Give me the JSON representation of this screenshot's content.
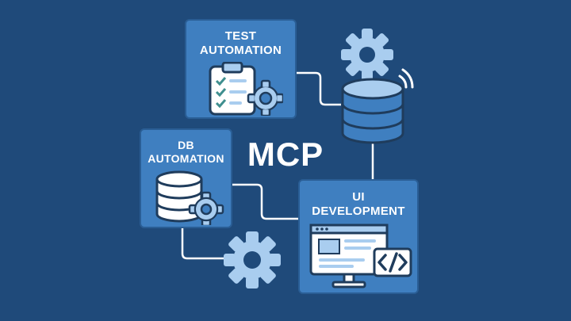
{
  "center_title": "MCP",
  "cards": {
    "test_automation": {
      "title_line1": "TEST",
      "title_line2": "AUTOMATION",
      "icon": "clipboard-checklist-gear-icon"
    },
    "db_automation": {
      "title_line1": "DB",
      "title_line2": "AUTOMATION",
      "icon": "database-gear-icon"
    },
    "ui_development": {
      "title_line1": "UI",
      "title_line2": "DEVELOPMENT",
      "icon": "monitor-code-icon"
    }
  },
  "free_icons": [
    "gear-icon",
    "database-signal-icon",
    "gear-icon"
  ],
  "colors": {
    "background": "#1f4a7a",
    "card": "#3f7fc0",
    "card_border": "#2a5e95",
    "icon_light": "#a9cdef",
    "icon_white": "#ffffff",
    "text": "#ffffff"
  }
}
